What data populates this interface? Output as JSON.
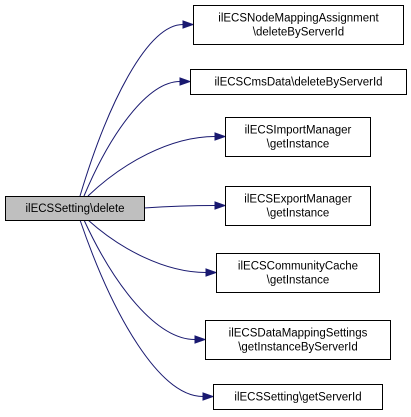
{
  "diagram": {
    "type": "call-graph",
    "colors": {
      "edge": "#191970",
      "root_fill": "#bfbfbf",
      "node_fill": "#ffffff",
      "node_border": "#000000"
    },
    "root": {
      "label": "ilECSSetting\\delete"
    },
    "callees": [
      {
        "lines": [
          "ilECSNodeMappingAssignment",
          "\\deleteByServerId"
        ]
      },
      {
        "lines": [
          "ilECSCmsData\\deleteByServerId"
        ]
      },
      {
        "lines": [
          "ilECSImportManager",
          "\\getInstance"
        ]
      },
      {
        "lines": [
          "ilECSExportManager",
          "\\getInstance"
        ]
      },
      {
        "lines": [
          "ilECSCommunityCache",
          "\\getInstance"
        ]
      },
      {
        "lines": [
          "ilECSDataMappingSettings",
          "\\getInstanceByServerId"
        ]
      },
      {
        "lines": [
          "ilECSSetting\\getServerId"
        ]
      }
    ]
  }
}
